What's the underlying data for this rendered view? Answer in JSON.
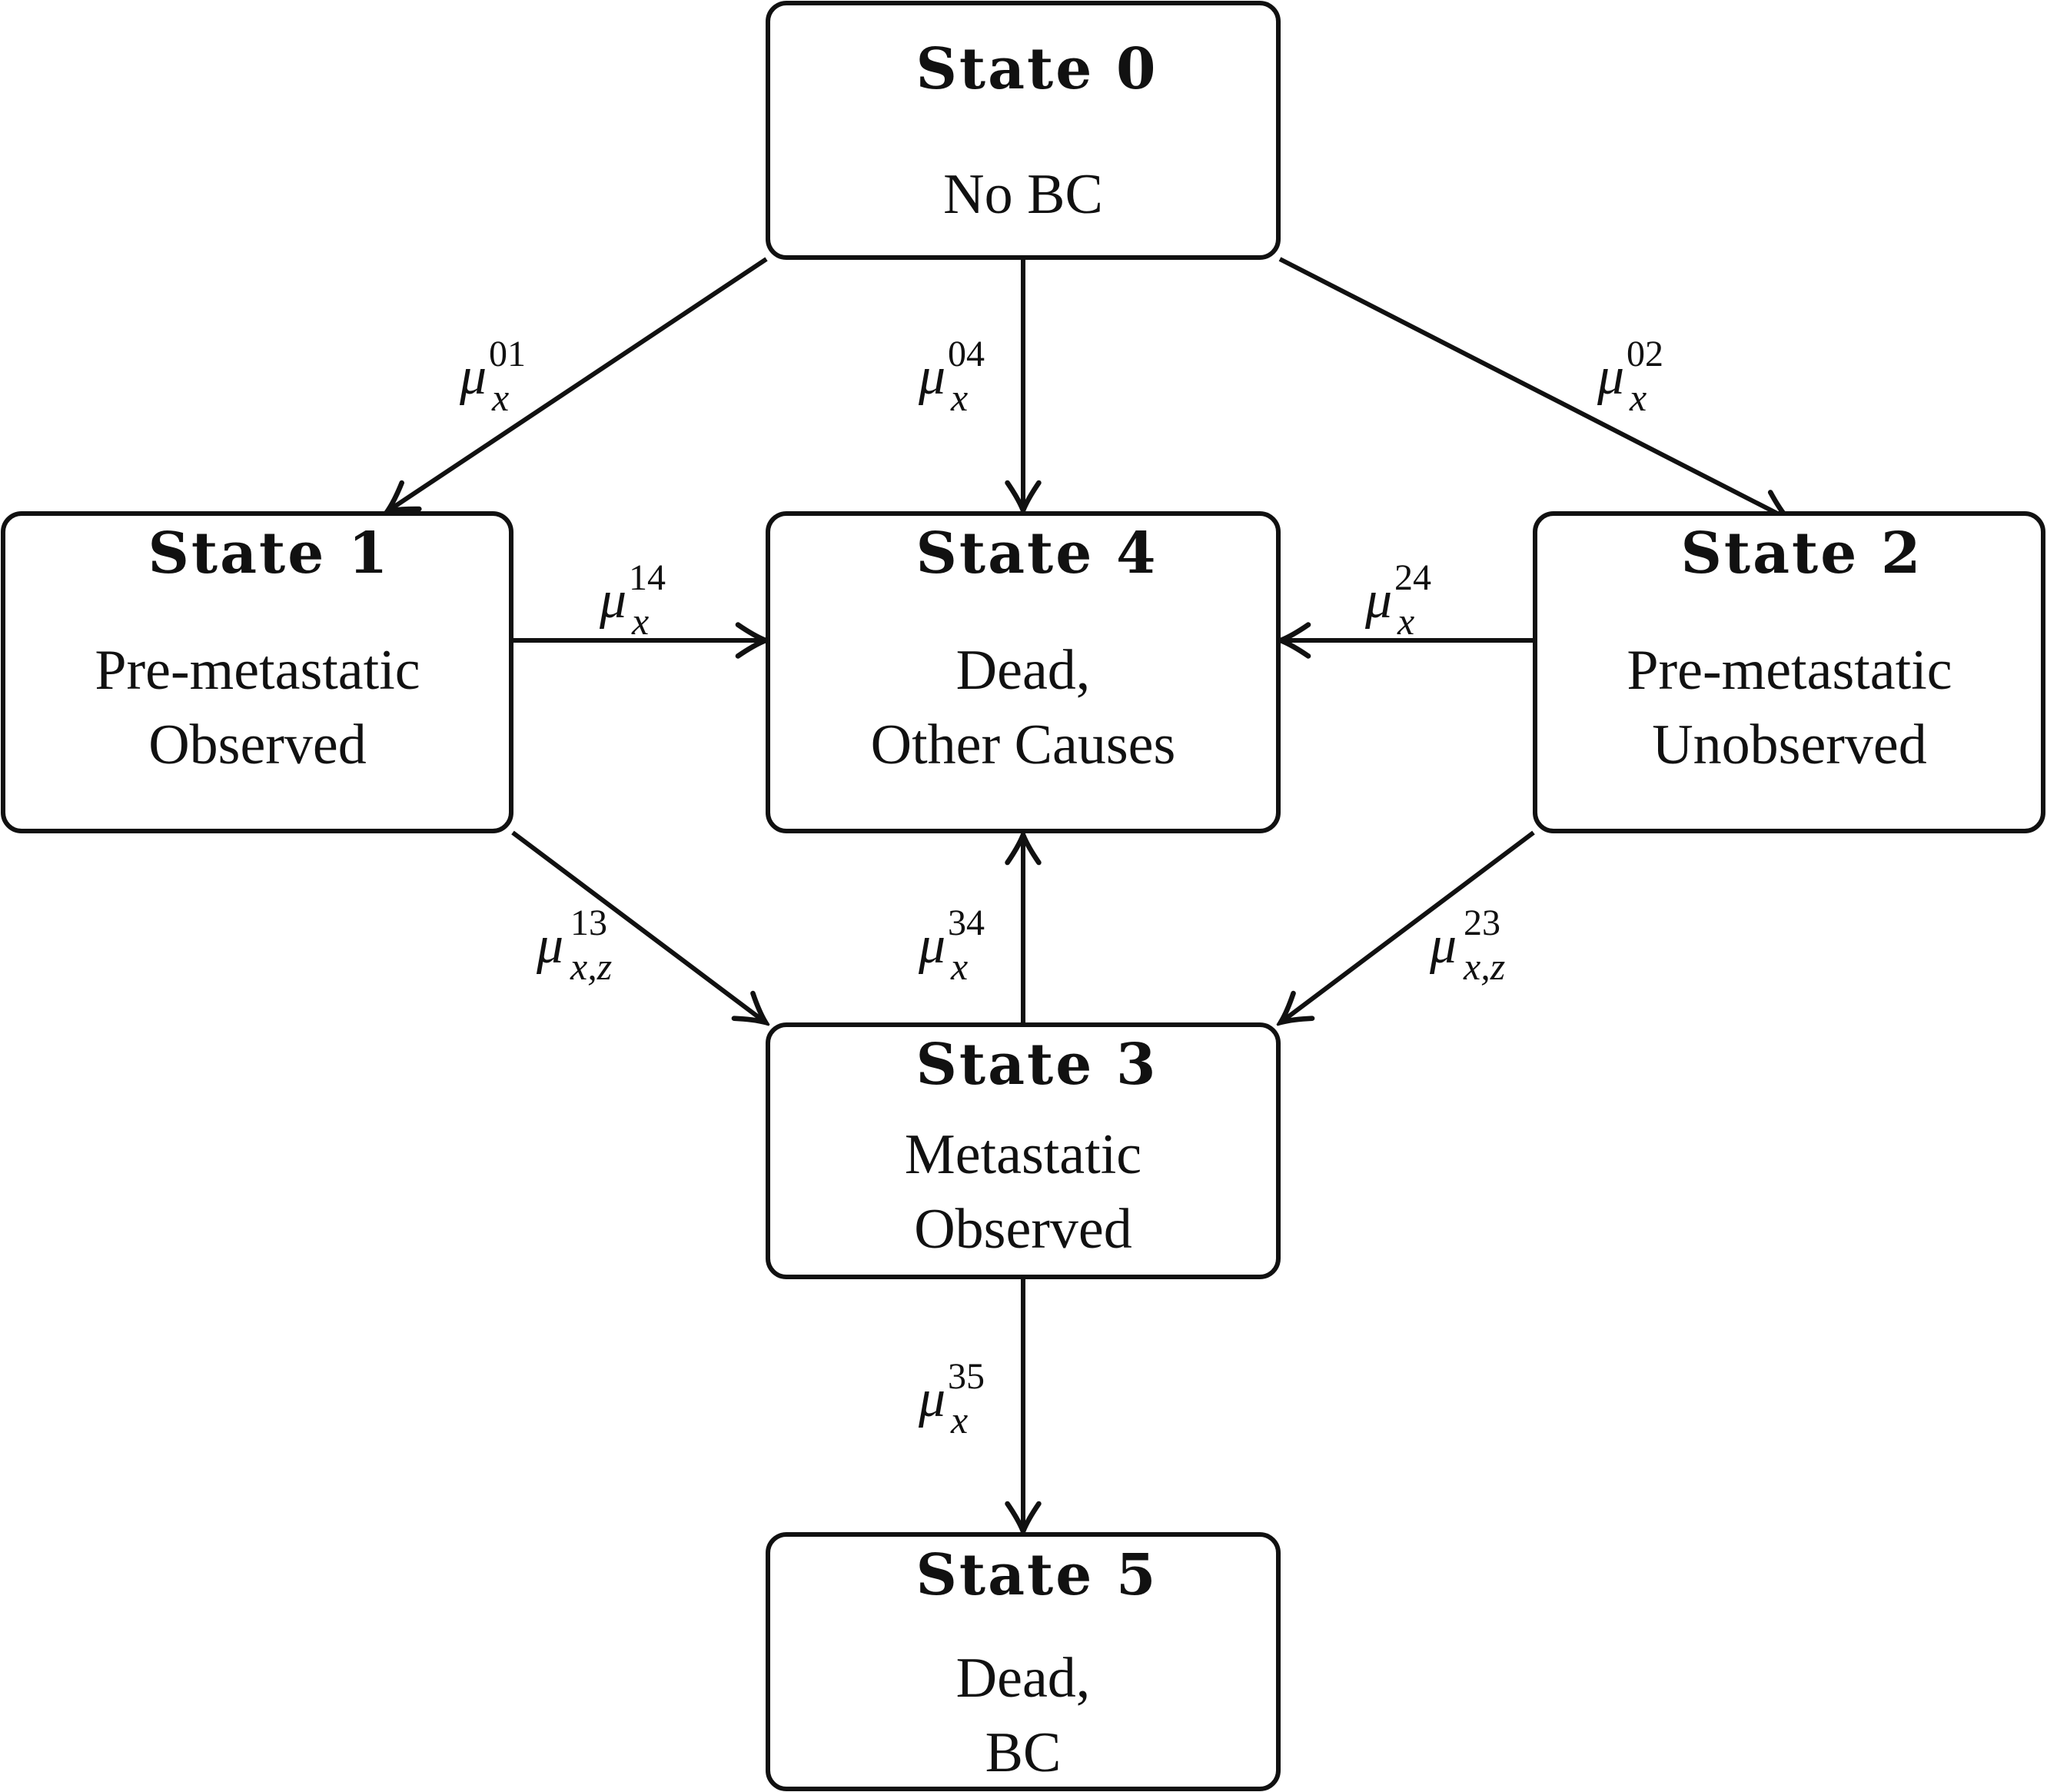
{
  "nodes": {
    "s0": {
      "title": "State 0",
      "line1": "No BC",
      "line2": ""
    },
    "s1": {
      "title": "State 1",
      "line1": "Pre-metastatic",
      "line2": "Observed"
    },
    "s2": {
      "title": "State 2",
      "line1": "Pre-metastatic",
      "line2": "Unobserved"
    },
    "s3": {
      "title": "State 3",
      "line1": "Metastatic",
      "line2": "Observed"
    },
    "s4": {
      "title": "State 4",
      "line1": "Dead,",
      "line2": "Other Causes"
    },
    "s5": {
      "title": "State 5",
      "line1": "Dead,",
      "line2": "BC"
    }
  },
  "edges": {
    "e01": {
      "symbol": "μ",
      "sup": "01",
      "sub": "x"
    },
    "e04": {
      "symbol": "μ",
      "sup": "04",
      "sub": "x"
    },
    "e02": {
      "symbol": "μ",
      "sup": "02",
      "sub": "x"
    },
    "e14": {
      "symbol": "μ",
      "sup": "14",
      "sub": "x"
    },
    "e24": {
      "symbol": "μ",
      "sup": "24",
      "sub": "x"
    },
    "e13": {
      "symbol": "μ",
      "sup": "13",
      "sub": "x,z"
    },
    "e34": {
      "symbol": "μ",
      "sup": "34",
      "sub": "x"
    },
    "e23": {
      "symbol": "μ",
      "sup": "23",
      "sub": "x,z"
    },
    "e35": {
      "symbol": "μ",
      "sup": "35",
      "sub": "x"
    }
  }
}
